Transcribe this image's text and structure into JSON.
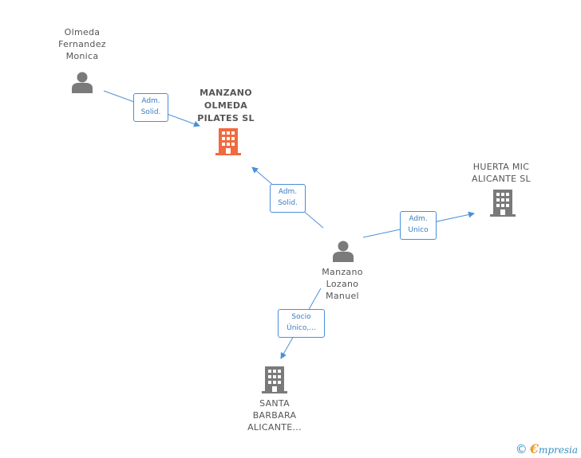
{
  "nodes": {
    "olmeda": {
      "label_lines": [
        "Olmeda",
        "Fernandez",
        "Monica"
      ],
      "type": "person"
    },
    "manzano_olmeda": {
      "label_lines": [
        "MANZANO",
        "OLMEDA",
        "PILATES SL"
      ],
      "type": "company-main"
    },
    "huerta": {
      "label_lines": [
        "HUERTA MIC",
        "ALICANTE SL"
      ],
      "type": "company"
    },
    "manzano_lozano": {
      "label_lines": [
        "Manzano",
        "Lozano",
        "Manuel"
      ],
      "type": "person"
    },
    "santa_barbara": {
      "label_lines": [
        "SANTA",
        "BARBARA",
        "ALICANTE..."
      ],
      "type": "company"
    }
  },
  "edges": {
    "e1": {
      "label_lines": [
        "Adm.",
        "Solid."
      ]
    },
    "e2": {
      "label_lines": [
        "Adm.",
        "Solid."
      ]
    },
    "e3": {
      "label_lines": [
        "Adm.",
        "Unico"
      ]
    },
    "e4": {
      "label_lines": [
        "Socio",
        "Único,..."
      ]
    }
  },
  "colors": {
    "edge": "#4a90d9",
    "person": "#7a7a7a",
    "company": "#7a7a7a",
    "company_main": "#f26a3d"
  },
  "footer": {
    "copyright": "©",
    "brand_initial": "€",
    "brand_rest": "mpresia"
  }
}
